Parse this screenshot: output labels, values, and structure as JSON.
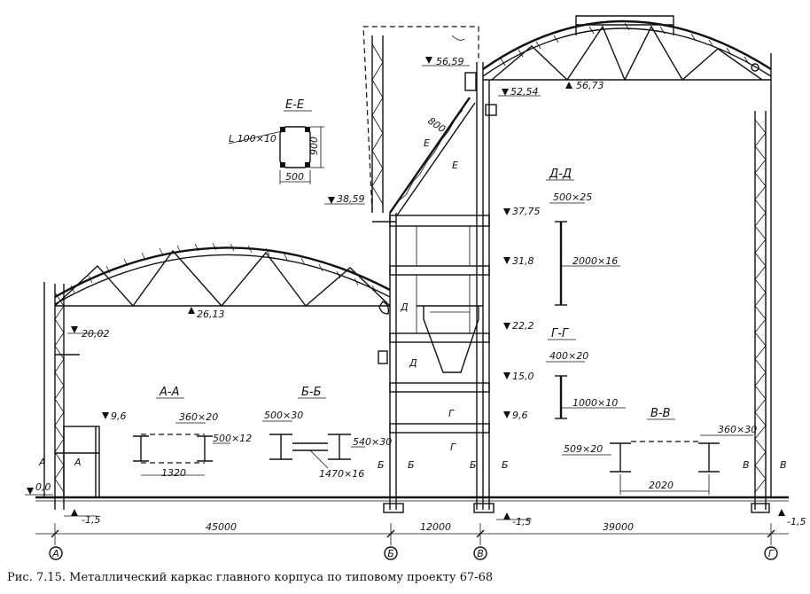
{
  "caption": "Рис. 7.15. Металлический каркас главного корпуса по типовому проекту 67-68",
  "elevations": {
    "e0": "0,0",
    "e_m15_left": "-1,5",
    "e_m15_mid": "-1,5",
    "e_m15_right": "-1,5",
    "e9_6_left": "9,6",
    "e20_02": "20,02",
    "e26_13": "26,13",
    "e38_59": "38,59",
    "e37_75": "37,75",
    "e31_8": "31,8",
    "e22_2": "22,2",
    "e15_0": "15,0",
    "e9_6_mid": "9,6",
    "e56_59": "56,59",
    "e52_54": "52,54",
    "e56_73": "56,73"
  },
  "dimensions": {
    "span1": "45000",
    "span2": "12000",
    "span3": "39000",
    "d800": "800",
    "ee_900": "900",
    "ee_500": "500",
    "aa_1320": "1320",
    "vv_2020": "2020"
  },
  "axes": {
    "a": "А",
    "b": "Б",
    "v": "В",
    "g": "Г"
  },
  "sections": {
    "ee_title": "Е-Е",
    "ee_profile": "L 100×10",
    "ee_mark1": "Е",
    "ee_mark2": "Е",
    "aa_title": "А-А",
    "aa_flange": "360×20",
    "aa_web": "500×12",
    "aa_mark1": "А",
    "aa_mark2": "А",
    "bb_title": "Б-Б",
    "bb_flange": "500×30",
    "bb_plate": "540×30",
    "bb_web": "1470×16",
    "bb_m1": "Б",
    "bb_m2": "Б",
    "bb_m3": "Б",
    "bb_m4": "Б",
    "dd_title": "Д-Д",
    "dd_flange": "500×25",
    "dd_web": "2000×16",
    "dd_m1": "Д",
    "dd_m2": "Д",
    "gg_title": "Г-Г",
    "gg_flange": "400×20",
    "gg_web": "1000×10",
    "gg_m1": "Г",
    "gg_m2": "Г",
    "vv_title": "В-В",
    "vv_flange_l": "509×20",
    "vv_flange_r": "360×30",
    "vv_m1": "В",
    "vv_m2": "В"
  }
}
